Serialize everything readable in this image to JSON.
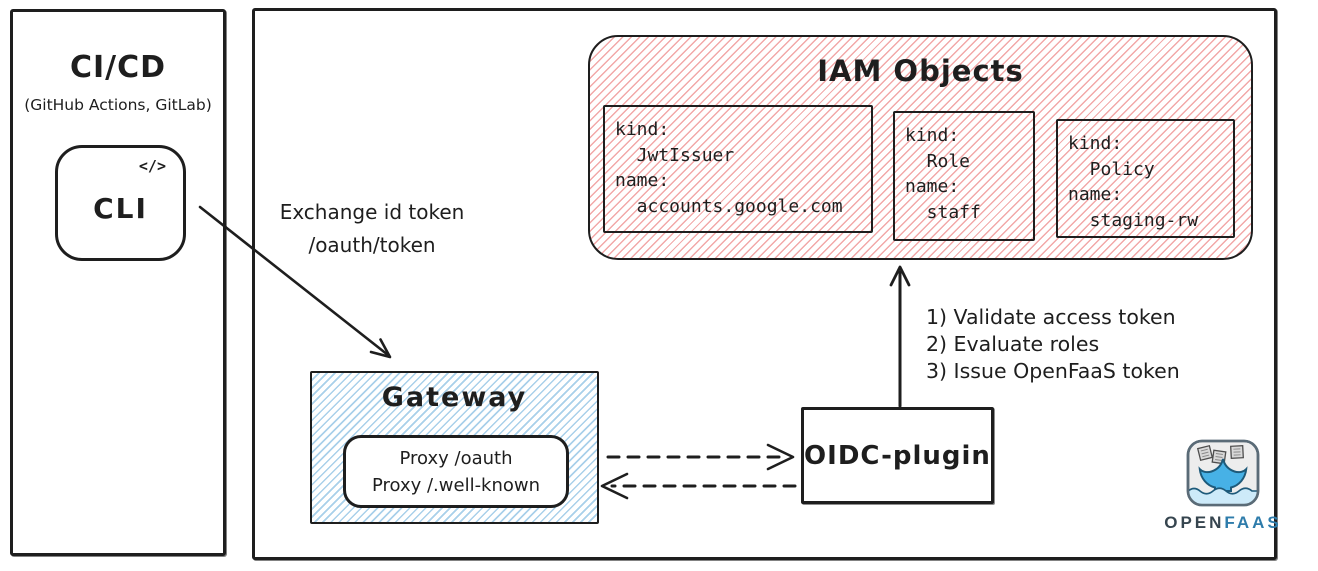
{
  "colors": {
    "stroke": "#1e1e1e",
    "red_hatch": "#f2a8a8",
    "blue_hatch": "#a9d0ea",
    "brand_dark": "#36454f",
    "brand_blue": "#2e7cab"
  },
  "cicd_panel": {
    "title": "CI/CD",
    "subtitle": "(GitHub Actions, GitLab)",
    "cli_icon": "</>",
    "cli_label": "CLI"
  },
  "edge_labels": {
    "exchange_line1": "Exchange id token",
    "exchange_line2": "/oauth/token",
    "steps": [
      "1) Validate access token",
      "2) Evaluate roles",
      "3) Issue OpenFaaS token"
    ]
  },
  "iam_objects": {
    "title": "IAM Objects",
    "cards": [
      {
        "kind_key": "kind:",
        "kind_value": "JwtIssuer",
        "name_key": "name:",
        "name_value": "accounts.google.com"
      },
      {
        "kind_key": "kind:",
        "kind_value": "Role",
        "name_key": "name:",
        "name_value": "staff"
      },
      {
        "kind_key": "kind:",
        "kind_value": "Policy",
        "name_key": "name:",
        "name_value": "staging-rw"
      }
    ]
  },
  "gateway": {
    "title": "Gateway",
    "proxy_line1": "Proxy /oauth",
    "proxy_line2": "Proxy /.well-known"
  },
  "oidc_plugin": {
    "label": "OIDC-plugin"
  },
  "openfaas_logo": {
    "text_open": "OPEN",
    "text_faas": "FAAS"
  }
}
